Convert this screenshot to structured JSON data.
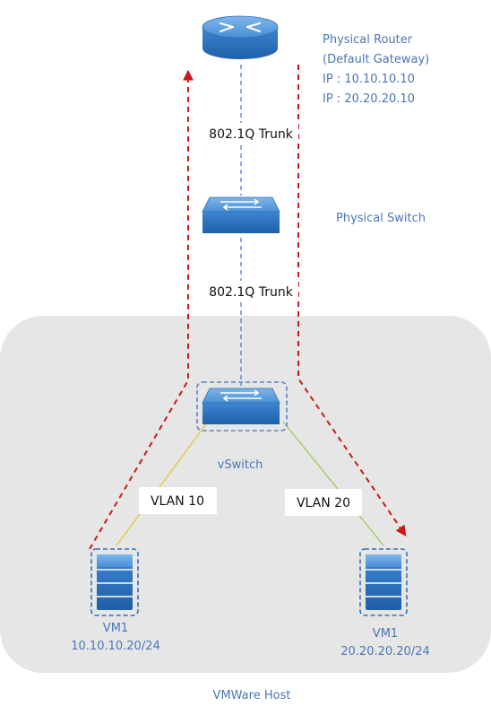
{
  "router": {
    "label_lines": [
      "Physical Router",
      "(Default Gateway)",
      "IP : 10.10.10.10",
      "IP : 20.20.20.10"
    ]
  },
  "physical_switch": {
    "label": "Physical Switch"
  },
  "trunk_upper": {
    "label": "802.1Q Trunk"
  },
  "trunk_lower": {
    "label": "802.1Q Trunk"
  },
  "vswitch": {
    "label": "vSwitch"
  },
  "vlan10": {
    "label": "VLAN 10",
    "color": "#e8c53a"
  },
  "vlan20": {
    "label": "VLAN 20",
    "color": "#9ccb5a"
  },
  "vm_left": {
    "name": "VM1",
    "ip": "10.10.10.20/24"
  },
  "vm_right": {
    "name": "VM1",
    "ip": "20.20.20.20/24"
  },
  "host": {
    "label": "VMWare Host"
  },
  "colors": {
    "host_fill": "#e6e6e6",
    "label_blue": "#4a76b8",
    "dash_blue": "#5b84c7",
    "traffic_red": "#c81a1a",
    "device_blue": "#3a7ec7"
  }
}
